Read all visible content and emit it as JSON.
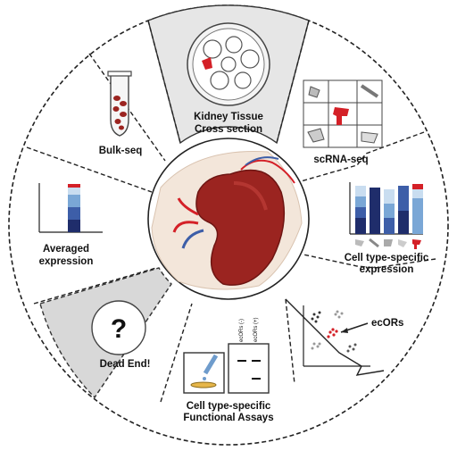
{
  "segments": {
    "kidney_tissue": {
      "line1": "Kidney Tissue",
      "line2": "Cross section"
    },
    "scrna": {
      "label": "scRNA-seq"
    },
    "cell_type_expression": {
      "line1": "Cell type-specific",
      "line2": "expression"
    },
    "ecors": {
      "label": "ecORs"
    },
    "functional_assays": {
      "line1": "Cell type-specific",
      "line2": "Functional Assays",
      "lane_neg": "ecORs (-)",
      "lane_pos": "ecORs (+)"
    },
    "dead_end": {
      "label": "Dead End!",
      "symbol": "?"
    },
    "averaged": {
      "line1": "Averaged",
      "line2": "expression"
    },
    "bulk": {
      "label": "Bulk-seq"
    }
  },
  "colors": {
    "highlight_red": "#d42027",
    "navy": "#1f2d6b",
    "mid_blue": "#3d5ea8",
    "light_blue": "#7aa7d6",
    "pale_blue": "#c9ddf0",
    "kidney": "#9b2420",
    "shaded_segment": "#e3e3e3",
    "dead_end_fill": "#dcdcdc"
  }
}
